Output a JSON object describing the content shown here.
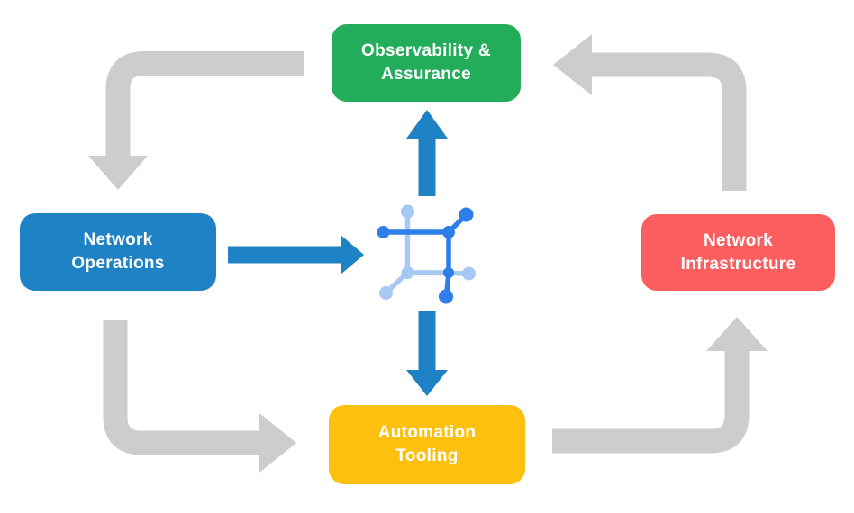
{
  "colors": {
    "canvas-bg": "#ffffff",
    "label-text": "#ffffff",
    "green": "#23ac5a",
    "blue": "#1e82c5",
    "red": "#fb5e5e",
    "yellow": "#fec00f",
    "arrow-gray": "#cdcdcd",
    "arrow-blue": "#1e82c5",
    "icon-blue": "#2d7ee9",
    "icon-light": "#a6c8f2"
  },
  "diagram": {
    "nodes": {
      "top": {
        "id": "observability-assurance",
        "line1": "Observability &",
        "line2": "Assurance"
      },
      "left": {
        "id": "network-operations",
        "line1": "Network",
        "line2": "Operations"
      },
      "right": {
        "id": "network-infrastructure",
        "line1": "Network",
        "line2": "Infrastructure"
      },
      "bottom": {
        "id": "automation-tooling",
        "line1": "Automation",
        "line2": "Tooling"
      }
    },
    "center_icon": "network-mesh-icon",
    "arrows": {
      "cycle": [
        {
          "from": "observability-assurance",
          "to": "network-operations",
          "style": "gray-elbow"
        },
        {
          "from": "network-operations",
          "to": "automation-tooling",
          "style": "gray-elbow"
        },
        {
          "from": "automation-tooling",
          "to": "network-infrastructure",
          "style": "gray-elbow"
        },
        {
          "from": "network-infrastructure",
          "to": "observability-assurance",
          "style": "gray-elbow"
        }
      ],
      "center": [
        {
          "from": "network-operations",
          "to": "center-icon",
          "direction": "right",
          "style": "blue"
        },
        {
          "from": "center-icon",
          "to": "observability-assurance",
          "direction": "up",
          "style": "blue"
        },
        {
          "from": "center-icon",
          "to": "automation-tooling",
          "direction": "down",
          "style": "blue"
        }
      ]
    }
  }
}
